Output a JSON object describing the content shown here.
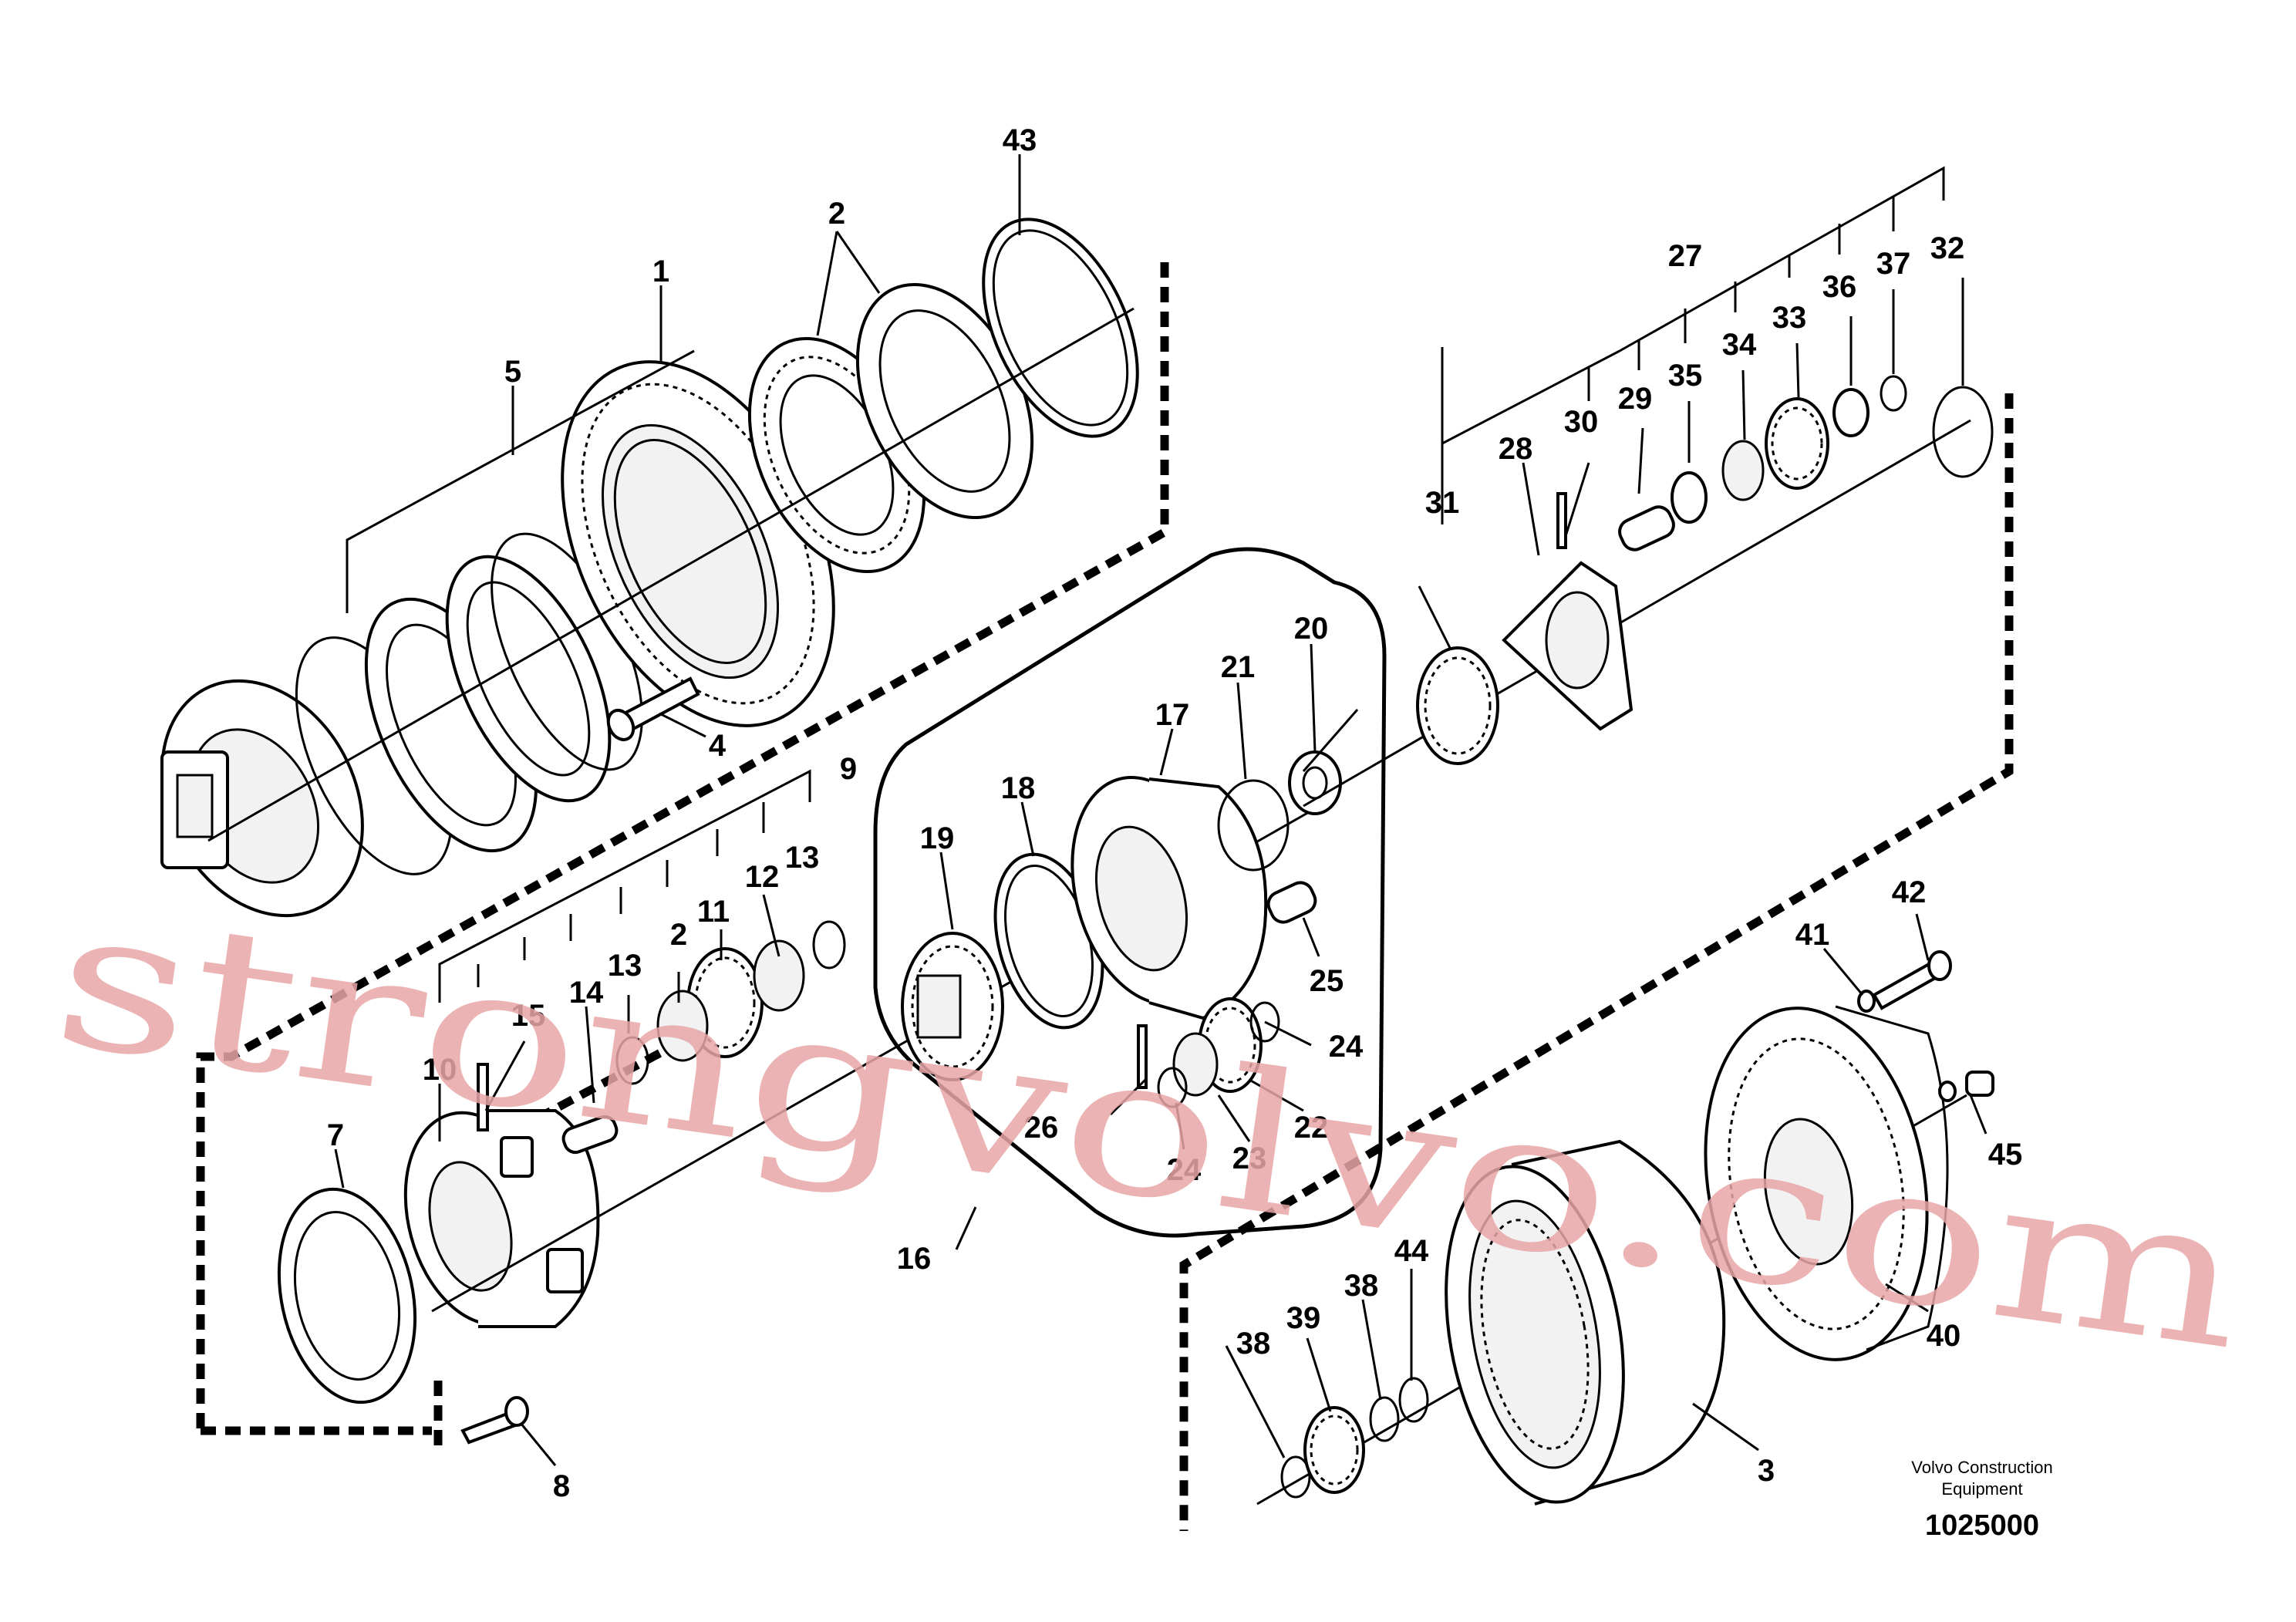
{
  "brand": {
    "line1": "Volvo Construction",
    "line2": "Equipment",
    "drawing_number": "1025000"
  },
  "watermark": {
    "text": "strongvolvo.com",
    "color": "#e8a6a6"
  },
  "callouts": {
    "c1": "1",
    "c2a": "2",
    "c2b": "2",
    "c3": "3",
    "c4": "4",
    "c5": "5",
    "c7": "7",
    "c8": "8",
    "c9": "9",
    "c10": "10",
    "c11": "11",
    "c12": "12",
    "c13a": "13",
    "c13b": "13",
    "c14": "14",
    "c15": "15",
    "c16": "16",
    "c17": "17",
    "c18": "18",
    "c19": "19",
    "c20": "20",
    "c21": "21",
    "c22": "22",
    "c23": "23",
    "c24a": "24",
    "c24b": "24",
    "c25": "25",
    "c26": "26",
    "c27": "27",
    "c28": "28",
    "c29": "29",
    "c30": "30",
    "c31": "31",
    "c32": "32",
    "c33": "33",
    "c34": "34",
    "c35": "35",
    "c36": "36",
    "c37": "37",
    "c38a": "38",
    "c38b": "38",
    "c39": "39",
    "c40": "40",
    "c41": "41",
    "c42": "42",
    "c43": "43",
    "c44": "44",
    "c45": "45"
  }
}
